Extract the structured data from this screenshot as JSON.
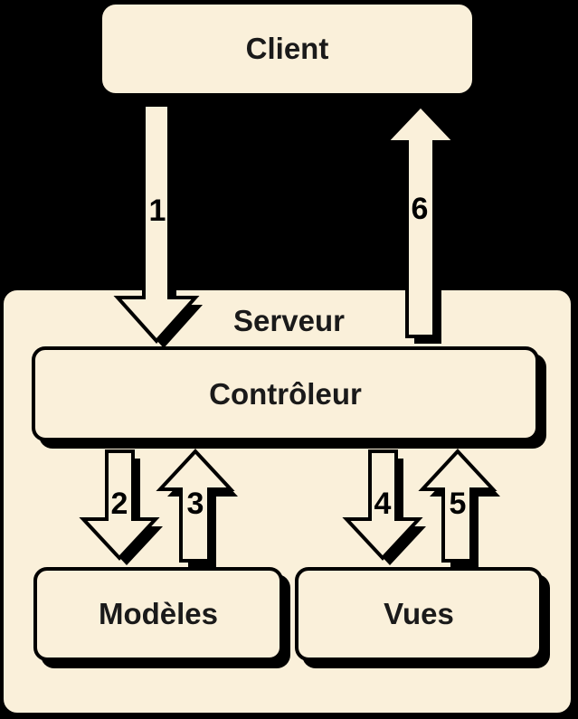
{
  "colors": {
    "background": "#000000",
    "box_fill": "#FAF0DA",
    "line": "#000000",
    "text": "#1a1a1a"
  },
  "nodes": {
    "client": {
      "label": "Client"
    },
    "serveur": {
      "label": "Serveur"
    },
    "controleur": {
      "label": "Contrôleur"
    },
    "modeles": {
      "label": "Modèles"
    },
    "vues": {
      "label": "Vues"
    }
  },
  "arrows": [
    {
      "label": "1",
      "from": "Client",
      "to": "Contrôleur",
      "direction": "down"
    },
    {
      "label": "2",
      "from": "Contrôleur",
      "to": "Modèles",
      "direction": "down"
    },
    {
      "label": "3",
      "from": "Modèles",
      "to": "Contrôleur",
      "direction": "up"
    },
    {
      "label": "4",
      "from": "Contrôleur",
      "to": "Vues",
      "direction": "down"
    },
    {
      "label": "5",
      "from": "Vues",
      "to": "Contrôleur",
      "direction": "up"
    },
    {
      "label": "6",
      "from": "Contrôleur",
      "to": "Client",
      "direction": "up"
    }
  ]
}
